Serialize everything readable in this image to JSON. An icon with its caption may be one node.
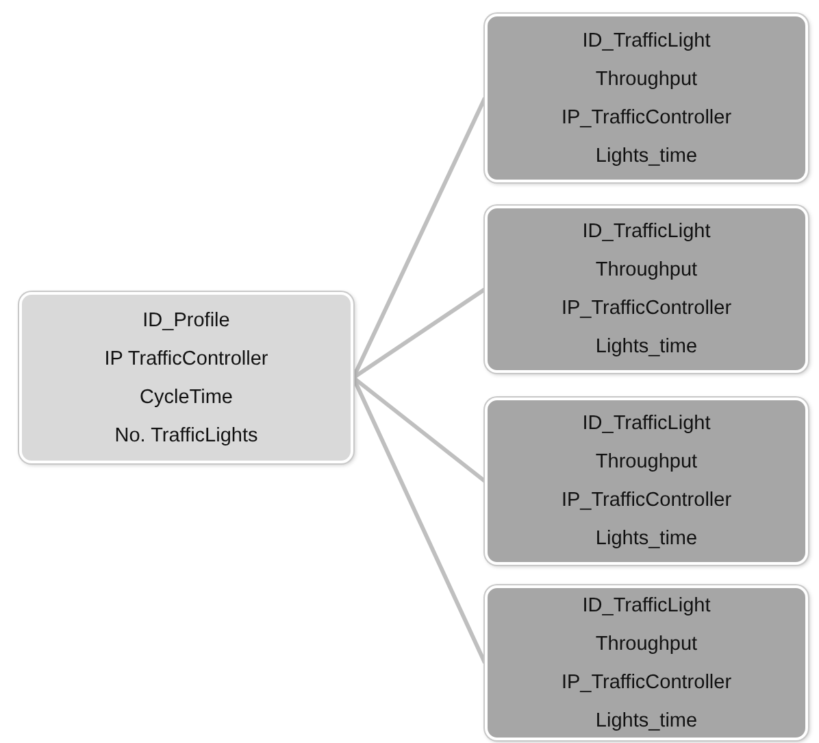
{
  "diagram": {
    "nodes": [
      {
        "text": [
          "ID_Profile",
          "IP TrafficController",
          "CycleTime",
          "No. TrafficLights"
        ]
      },
      {
        "text": [
          "ID_TrafficLight",
          "Throughput",
          "IP_TrafficController",
          "Lights_time"
        ]
      },
      {
        "text": [
          "ID_TrafficLight",
          "Throughput",
          "IP_TrafficController",
          "Lights_time"
        ]
      },
      {
        "text": [
          "ID_TrafficLight",
          "Throughput",
          "IP_TrafficController",
          "Lights_time"
        ]
      },
      {
        "text": [
          "ID_TrafficLight",
          "Throughput",
          "IP_TrafficController",
          "Lights_time"
        ]
      }
    ],
    "edges": [
      {
        "from": 0,
        "to": 1,
        "arrow": "none"
      },
      {
        "from": 0,
        "to": 2,
        "arrow": "none"
      },
      {
        "from": 0,
        "to": 3,
        "arrow": "none"
      },
      {
        "from": 0,
        "to": 4,
        "arrow": "none"
      }
    ]
  }
}
